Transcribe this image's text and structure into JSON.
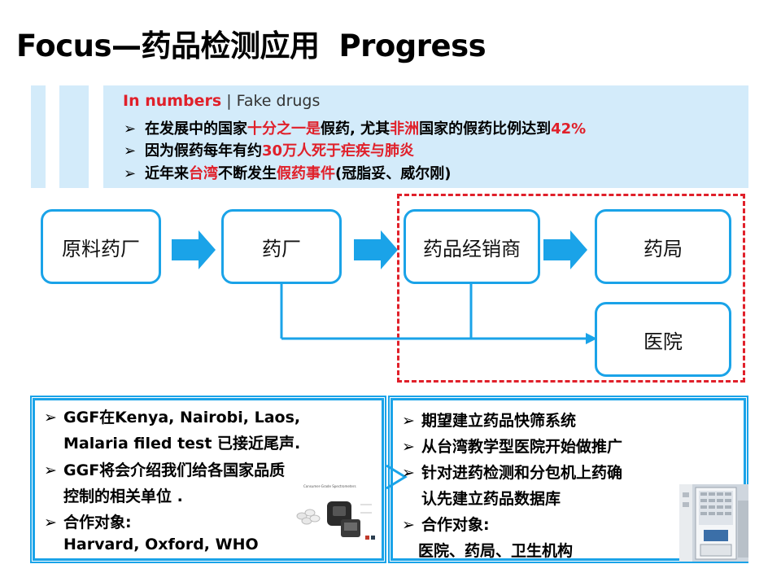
{
  "title": {
    "left": "Focus—药品检测应用",
    "right": "Progress"
  },
  "band": {
    "heading_highlight": "In numbers",
    "heading_sep": "|",
    "heading_rest": "Fake drugs",
    "line1": {
      "a": "在发展中的国家",
      "b": "十分之一是",
      "c": "假药, 尤其",
      "d": "非洲",
      "e": "国家的假药比例达到",
      "f": "42%"
    },
    "line2": {
      "a": "因为假药每年有约",
      "b": "30",
      "c": "万人死于疟疾与肺炎"
    },
    "line3": {
      "a": "近年来",
      "b": "台湾",
      "c": "不断发生",
      "d": "假药事件",
      "e": "(冠脂妥、威尔刚)"
    }
  },
  "flow": {
    "node1": "原料药厂",
    "node2": "药厂",
    "node3": "药品经销商",
    "node4": "药局",
    "node5": "医院"
  },
  "left_panel": {
    "l1": "GGF在Kenya, Nairobi, Laos,",
    "l2": "Malaria filed test 已接近尾声.",
    "l3": "GGF将会介绍我们给各国家品质",
    "l4": "控制的相关单位 .",
    "l5": "合作对象:",
    "l6": "Harvard, Oxford, WHO",
    "device_caption": "Consumer-Grade Spectrometers"
  },
  "right_panel": {
    "l1": "期望建立药品快筛系统",
    "l2": "从台湾教学型医院开始做推广",
    "l3": "针对进药检测和分包机上药确",
    "l4": "认先建立药品数据库",
    "l5": "合作对象:",
    "l6": "医院、药局、卫生机构"
  },
  "colors": {
    "accent": "#1aa3e8",
    "highlight": "#e0202a",
    "band": "#d3ebfa"
  }
}
